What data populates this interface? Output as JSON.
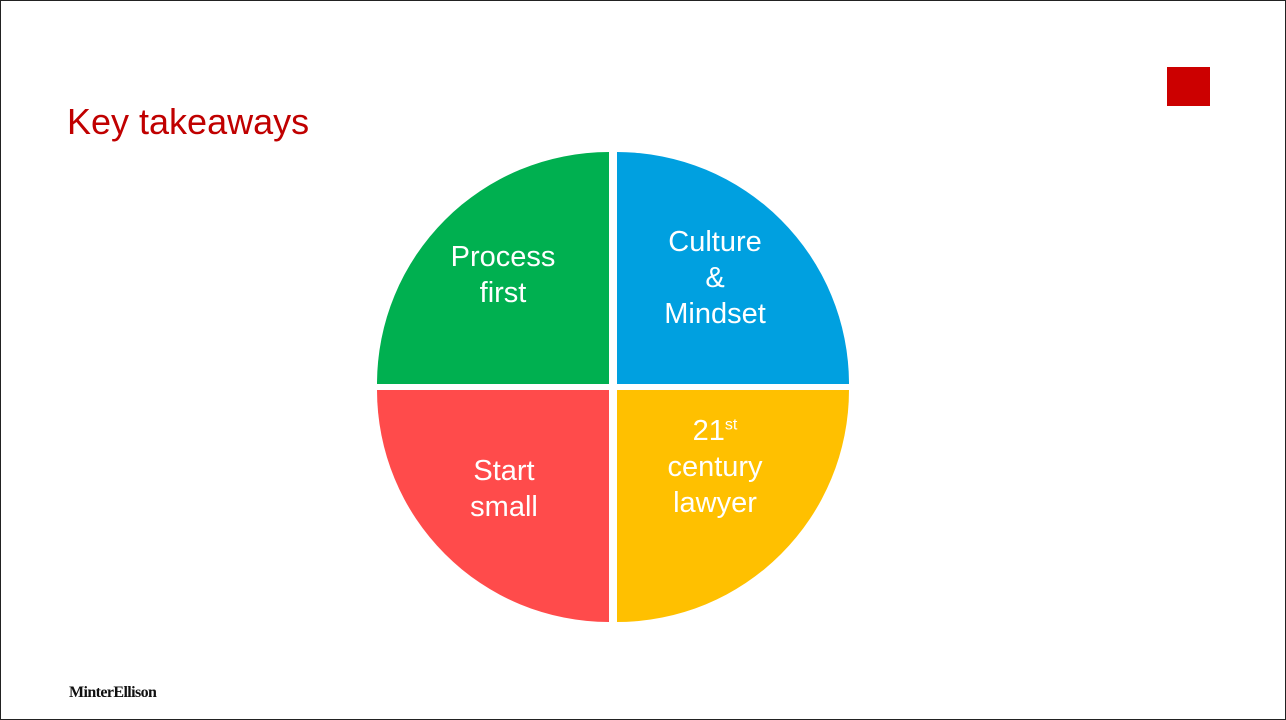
{
  "slide": {
    "title": "Key takeaways",
    "logo_text": "MinterEllison"
  },
  "colors": {
    "title": "#c00000",
    "brand_square": "#cc0000",
    "process": "#00b050",
    "culture": "#00a0e0",
    "start": "#ff4b4b",
    "lawyer": "#ffc000"
  },
  "quadrants": {
    "process": {
      "lines": [
        "Process",
        "first"
      ]
    },
    "culture": {
      "lines": [
        "Culture",
        "&",
        "Mindset"
      ]
    },
    "start": {
      "lines": [
        "Start",
        "small"
      ]
    },
    "lawyer": {
      "number": "21",
      "superscript": "st",
      "lines": [
        "century",
        "lawyer"
      ]
    }
  }
}
